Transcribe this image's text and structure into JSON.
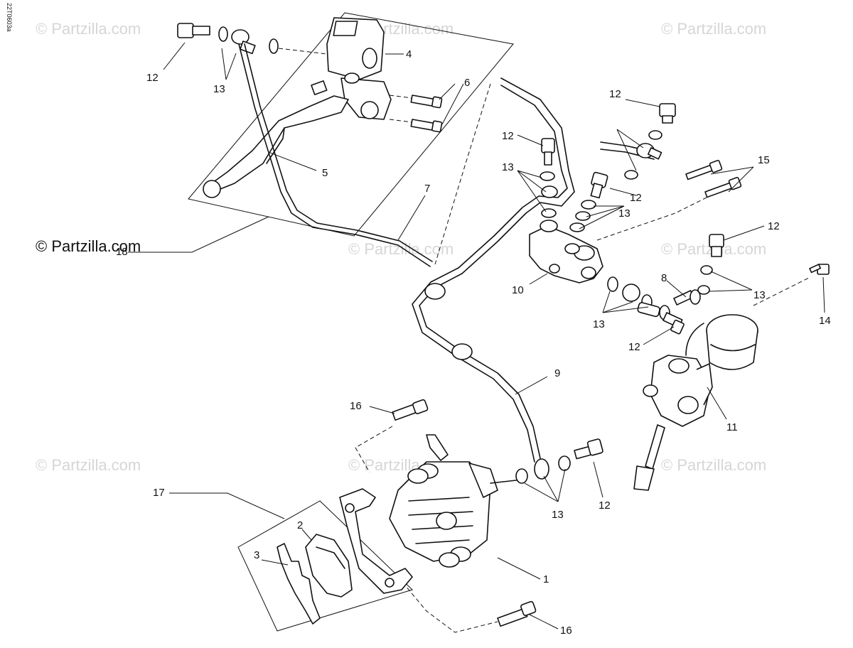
{
  "diagram_code": "22T0603a",
  "watermark": "© Partzilla.com",
  "main_watermark": "© Partzilla.com",
  "callouts": {
    "c1": "1",
    "c2": "2",
    "c3": "3",
    "c4": "4",
    "c5": "5",
    "c6": "6",
    "c7": "7",
    "c8": "8",
    "c9": "9",
    "c10": "10",
    "c11": "11",
    "c12a": "12",
    "c12b": "12",
    "c12c": "12",
    "c12d": "12",
    "c12e": "12",
    "c12f": "12",
    "c13a": "13",
    "c13b": "13",
    "c13c": "13",
    "c13d": "13",
    "c13e": "13",
    "c13f": "13",
    "c14": "14",
    "c15": "15",
    "c16a": "16",
    "c16b": "16",
    "c17": "17",
    "c18": "18"
  }
}
